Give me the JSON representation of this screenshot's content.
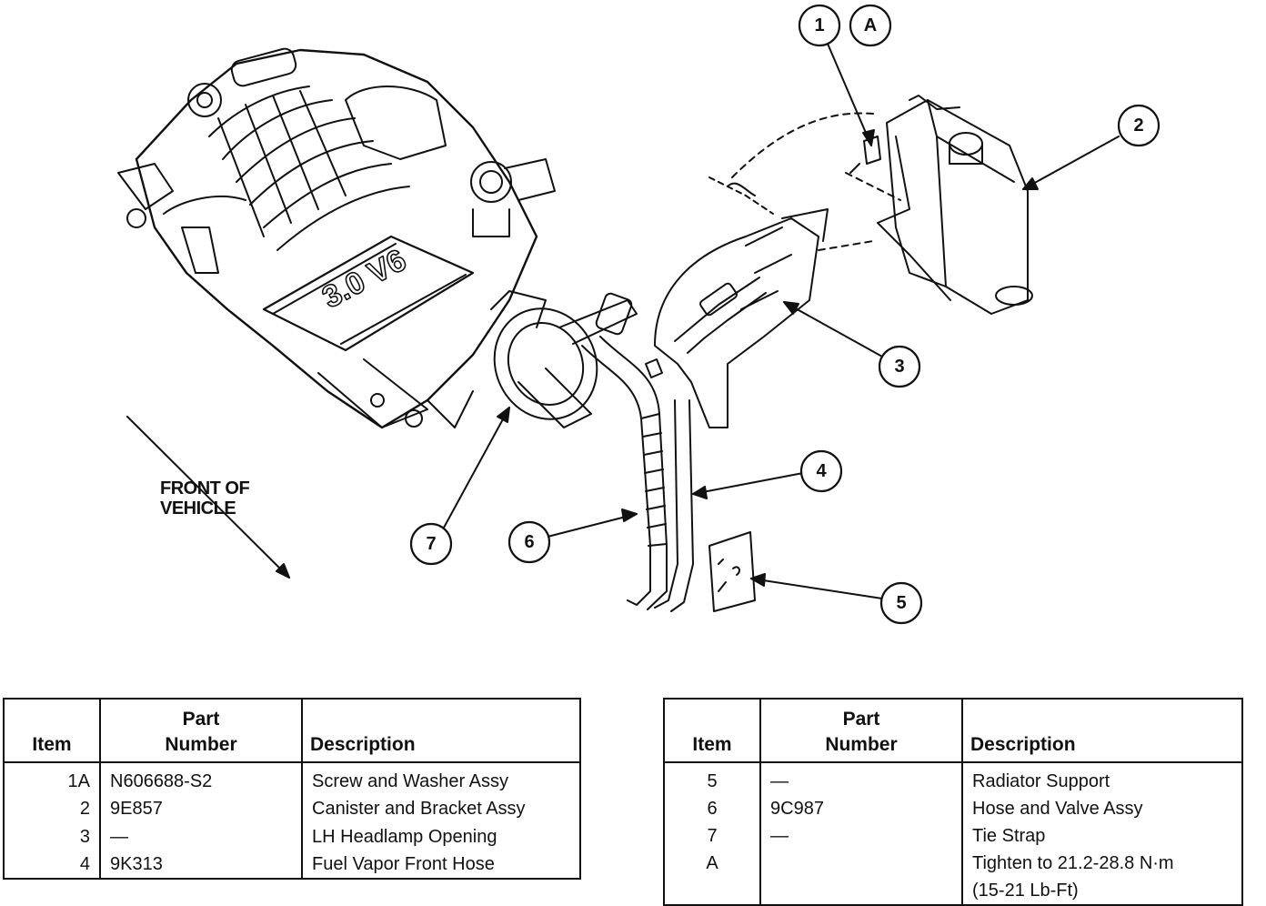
{
  "callouts": [
    {
      "id": "1",
      "label": "1"
    },
    {
      "id": "A",
      "label": "A"
    },
    {
      "id": "2",
      "label": "2"
    },
    {
      "id": "3",
      "label": "3"
    },
    {
      "id": "4",
      "label": "4"
    },
    {
      "id": "5",
      "label": "5"
    },
    {
      "id": "6",
      "label": "6"
    },
    {
      "id": "7",
      "label": "7"
    }
  ],
  "engine_label": "3.0 V6",
  "front_label": {
    "line1": "FRONT OF",
    "line2": "VEHICLE"
  },
  "table_headers": {
    "item": "Item",
    "part_number_line1": "Part",
    "part_number_line2": "Number",
    "description": "Description"
  },
  "table_left": [
    {
      "item": "1A",
      "part": "N606688-S2",
      "description": "Screw and Washer Assy"
    },
    {
      "item": "2",
      "part": "9E857",
      "description": "Canister and Bracket Assy"
    },
    {
      "item": "3",
      "part": "—",
      "description": "LH Headlamp Opening"
    },
    {
      "item": "4",
      "part": "9K313",
      "description": "Fuel Vapor Front Hose"
    }
  ],
  "table_right": [
    {
      "item": "5",
      "part": "—",
      "description": "Radiator Support"
    },
    {
      "item": "6",
      "part": "9C987",
      "description": "Hose and Valve Assy"
    },
    {
      "item": "7",
      "part": "—",
      "description": "Tie Strap"
    },
    {
      "item": "A",
      "part": "",
      "description": "Tighten to 21.2-28.8 N·m",
      "description2": "(15-21 Lb-Ft)"
    }
  ]
}
